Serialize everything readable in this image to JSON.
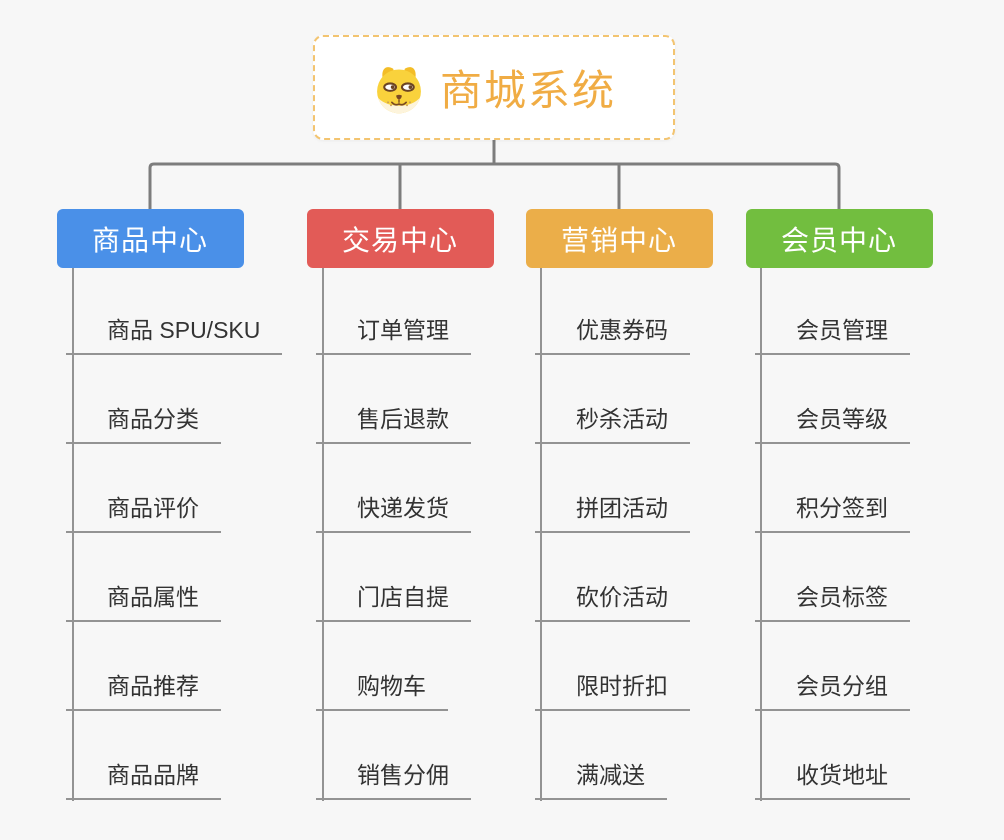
{
  "root": {
    "title": "商城系统",
    "icon": "shiba-dog-icon"
  },
  "branches": [
    {
      "label": "商品中心",
      "color": "#4a90e8",
      "children": [
        "商品 SPU/SKU",
        "商品分类",
        "商品评价",
        "商品属性",
        "商品推荐",
        "商品品牌"
      ]
    },
    {
      "label": "交易中心",
      "color": "#e25b57",
      "children": [
        "订单管理",
        "售后退款",
        "快递发货",
        "门店自提",
        "购物车",
        "销售分佣"
      ]
    },
    {
      "label": "营销中心",
      "color": "#ebae49",
      "children": [
        "优惠券码",
        "秒杀活动",
        "拼团活动",
        "砍价活动",
        "限时折扣",
        "满减送"
      ]
    },
    {
      "label": "会员中心",
      "color": "#72be3f",
      "children": [
        "会员管理",
        "会员等级",
        "积分签到",
        "会员标签",
        "会员分组",
        "收货地址"
      ]
    }
  ],
  "colors": {
    "title_text": "#f0ac44",
    "connector": "#7d7d7d",
    "leaf_line": "#939393",
    "leaf_text": "#333333",
    "background": "#f7f7f7"
  }
}
